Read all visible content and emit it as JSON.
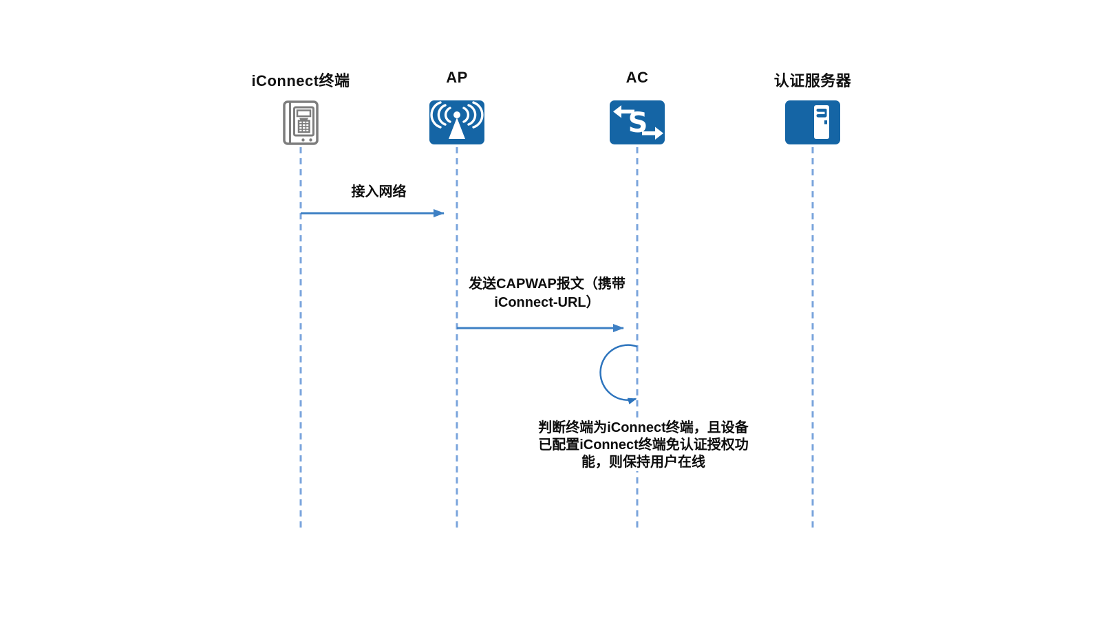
{
  "diagram": {
    "type": "sequence-diagram",
    "colors": {
      "background": "#ffffff",
      "icon_blue": "#1565a5",
      "arrow_blue": "#3e80c4",
      "self_loop_blue": "#2d74bd",
      "lifeline_blue": "#7aa4dc",
      "phone_grey": "#7d7d7d",
      "text": "#111111"
    },
    "actors": [
      {
        "label": "iConnect终端",
        "icon": "wall-phone-icon"
      },
      {
        "label": "AP",
        "icon": "access-point-icon"
      },
      {
        "label": "AC",
        "icon": "access-controller-icon"
      },
      {
        "label": "认证服务器",
        "icon": "auth-server-icon"
      }
    ],
    "messages": [
      {
        "kind": "arrow",
        "from": "iConnect终端",
        "to": "AP",
        "label": "接入网络"
      },
      {
        "kind": "arrow",
        "from": "AP",
        "to": "AC",
        "label": "发送CAPWAP报文（携带iConnect-URL）"
      },
      {
        "kind": "self-loop",
        "actor": "AC",
        "label": "判断终端为iConnect终端，且设备已配置iConnect终端免认证授权功能，则保持用户在线"
      }
    ]
  }
}
